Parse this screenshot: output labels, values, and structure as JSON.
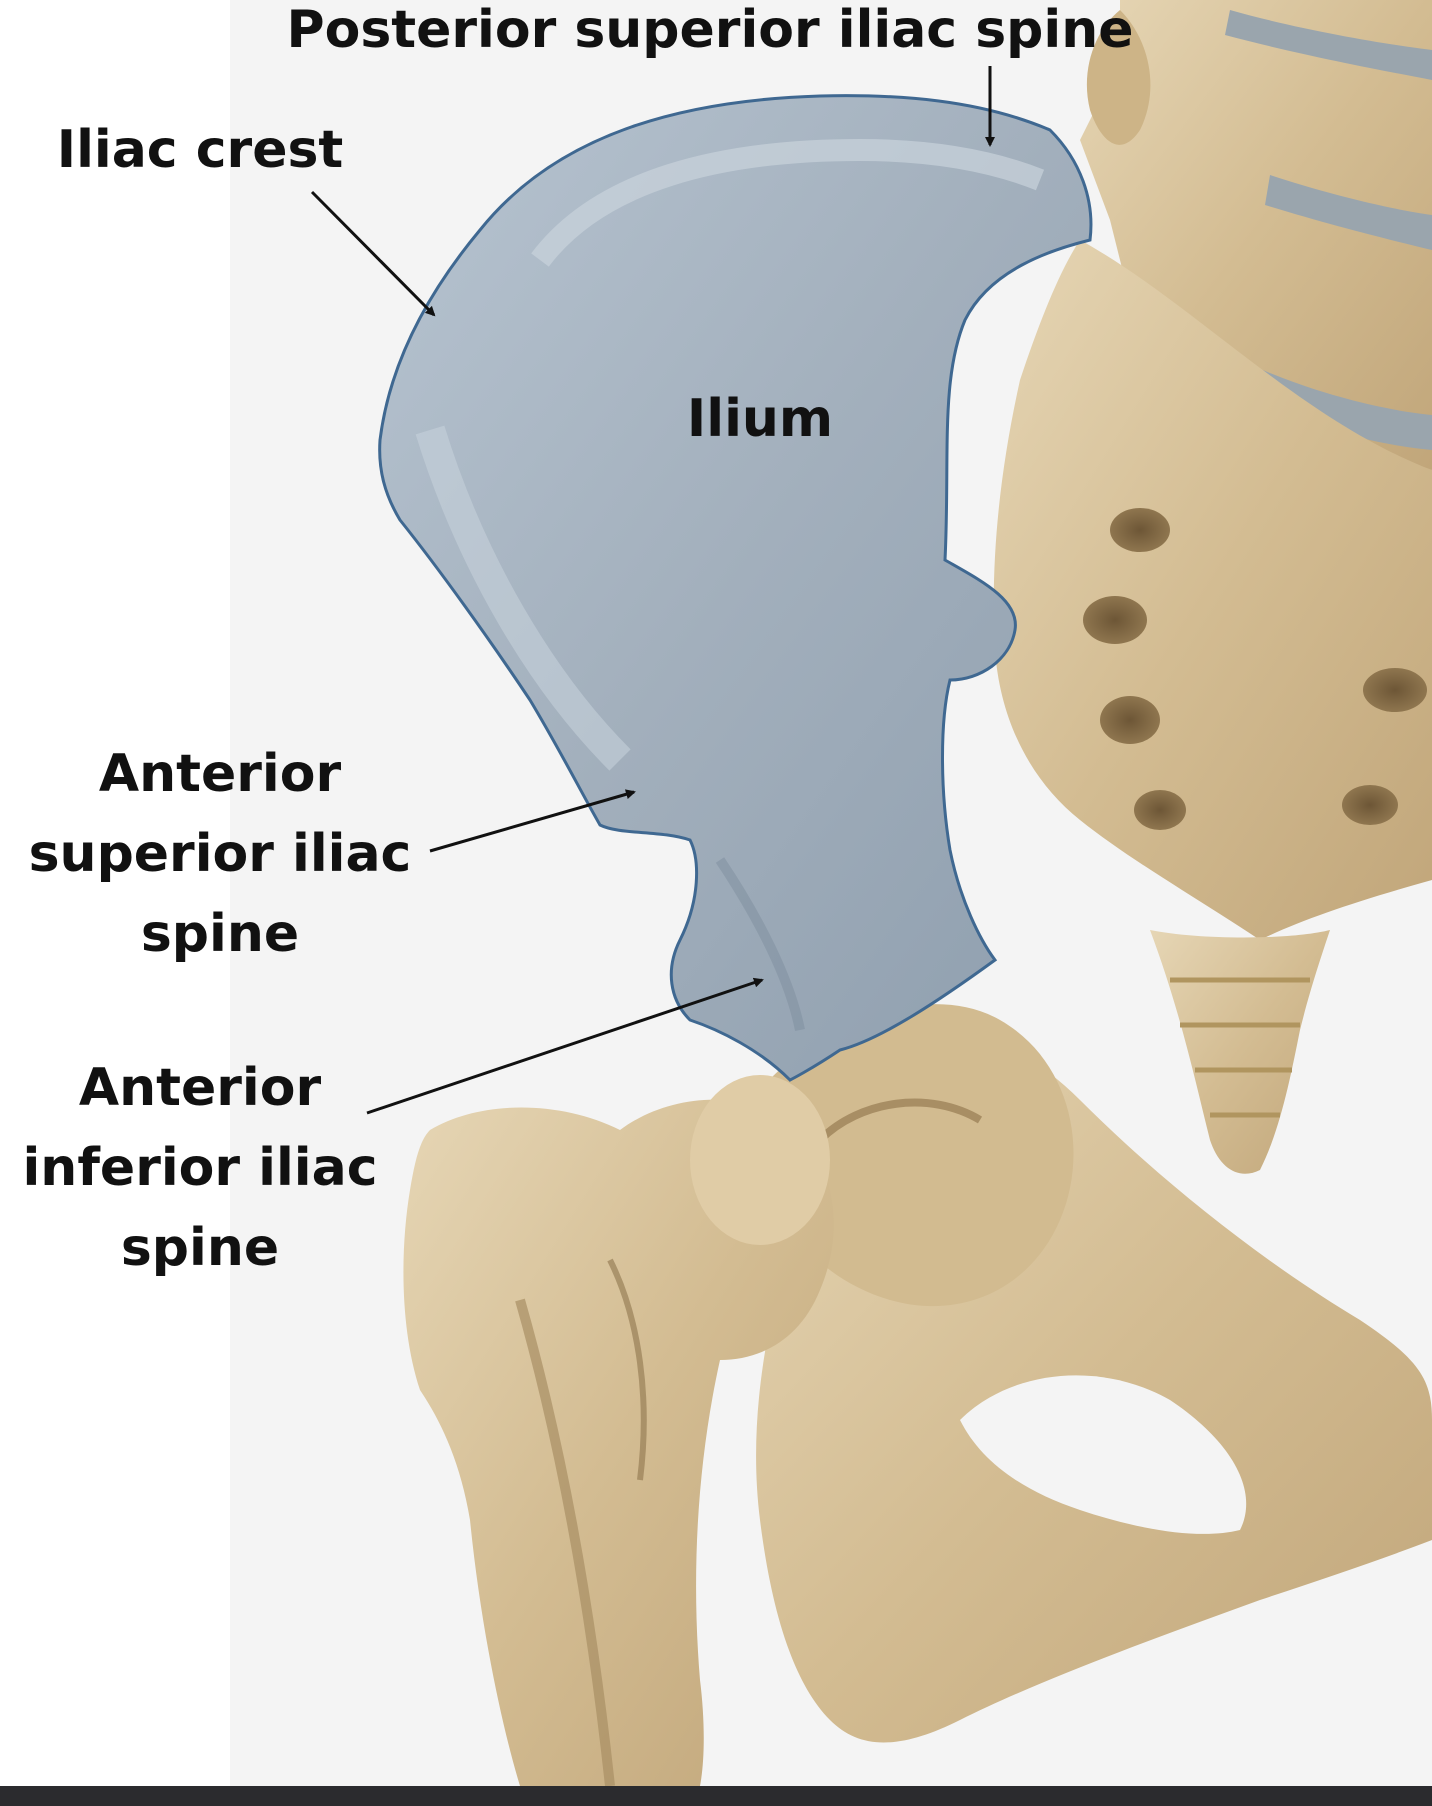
{
  "labels": {
    "posterior_superior_iliac_spine": "Posterior superior iliac spine",
    "iliac_crest": "Iliac crest",
    "ilium": "Ilium",
    "anterior_superior_iliac_spine": [
      "Anterior",
      "superior iliac",
      "spine"
    ],
    "anterior_inferior_iliac_spine": [
      "Anterior",
      "inferior iliac",
      "spine"
    ]
  },
  "colors": {
    "background": "#f4f4f4",
    "bone": "#d8c39d",
    "bone_shadow": "#a88e64",
    "ilium_highlight": "#a9b6c3",
    "ilium_outline": "#3f6891",
    "arrow": "#111111",
    "bottom_bar": "#2b2b2e"
  }
}
